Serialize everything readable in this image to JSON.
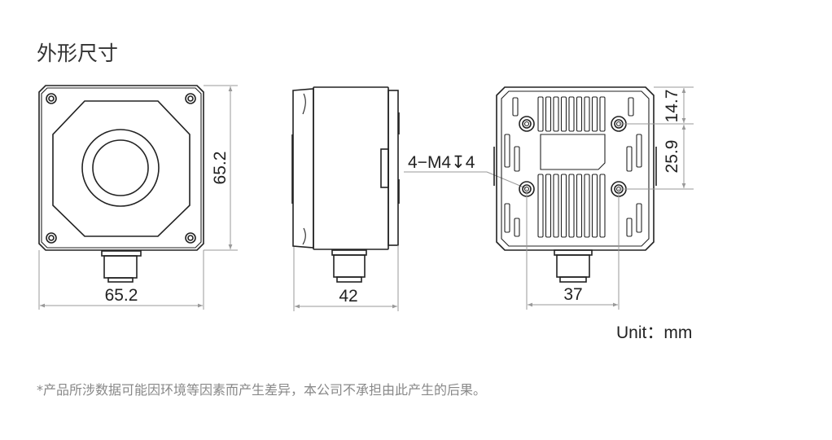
{
  "title": "外形尺寸",
  "views": {
    "front": {
      "width_label": "65.2",
      "height_label": "65.2"
    },
    "side": {
      "depth_label": "42",
      "thread_callout": "4−M4↧4"
    },
    "back": {
      "hole_spacing_h_label": "37",
      "top_offset_label": "14.7",
      "hole_spacing_v_label": "25.9"
    }
  },
  "unit_label": "Unit：mm",
  "footnote": "*产品所涉数据可能因环境等因素而产生差异，本公司不承担由此产生的后果。"
}
